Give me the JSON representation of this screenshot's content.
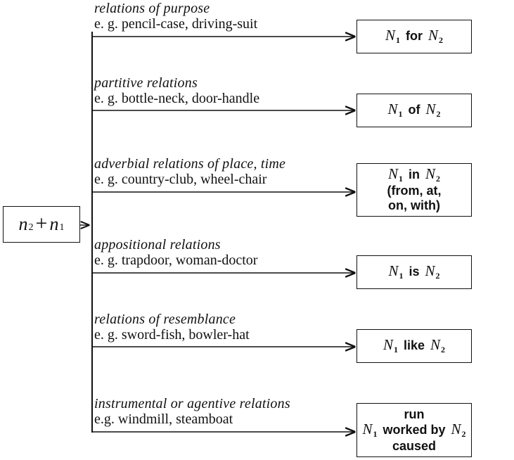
{
  "source": {
    "left_var": "n",
    "left_sub": "2",
    "operator": "+",
    "right_var": "n",
    "right_sub": "1"
  },
  "relations": [
    {
      "label": "relations of purpose",
      "example": "e. g. pencil-case, driving-suit",
      "result_lines": [
        {
          "v1": "N",
          "s1": "1",
          "word": "for",
          "v2": "N",
          "s2": "2"
        }
      ]
    },
    {
      "label": "partitive relations",
      "example": "e. g. bottle-neck, door-handle",
      "result_lines": [
        {
          "v1": "N",
          "s1": "1",
          "word": "of",
          "v2": "N",
          "s2": "2"
        }
      ]
    },
    {
      "label": "adverbial relations of place, time",
      "example": "e. g. country-club, wheel-chair",
      "result_lines": [
        {
          "v1": "N",
          "s1": "1",
          "word": "in",
          "v2": "N",
          "s2": "2"
        },
        {
          "text": "(from, at,"
        },
        {
          "text": "on, with)"
        }
      ]
    },
    {
      "label": "appositional relations",
      "example": "e. g. trapdoor, woman-doctor",
      "result_lines": [
        {
          "v1": "N",
          "s1": "1",
          "word": "is",
          "v2": "N",
          "s2": "2"
        }
      ]
    },
    {
      "label": "relations of resemblance",
      "example": "e. g. sword-fish, bowler-hat",
      "result_lines": [
        {
          "v1": "N",
          "s1": "1",
          "word": "like",
          "v2": "N",
          "s2": "2"
        }
      ]
    },
    {
      "label": "instrumental or agentive relations",
      "example": "e.g. windmill, steamboat",
      "result_lines": [
        {
          "text": "run"
        },
        {
          "v1": "N",
          "s1": "1",
          "word": "worked by",
          "v2": "N",
          "s2": "2"
        },
        {
          "text": "caused"
        }
      ]
    }
  ],
  "colors": {
    "ink": "#111111",
    "background": "#ffffff"
  }
}
